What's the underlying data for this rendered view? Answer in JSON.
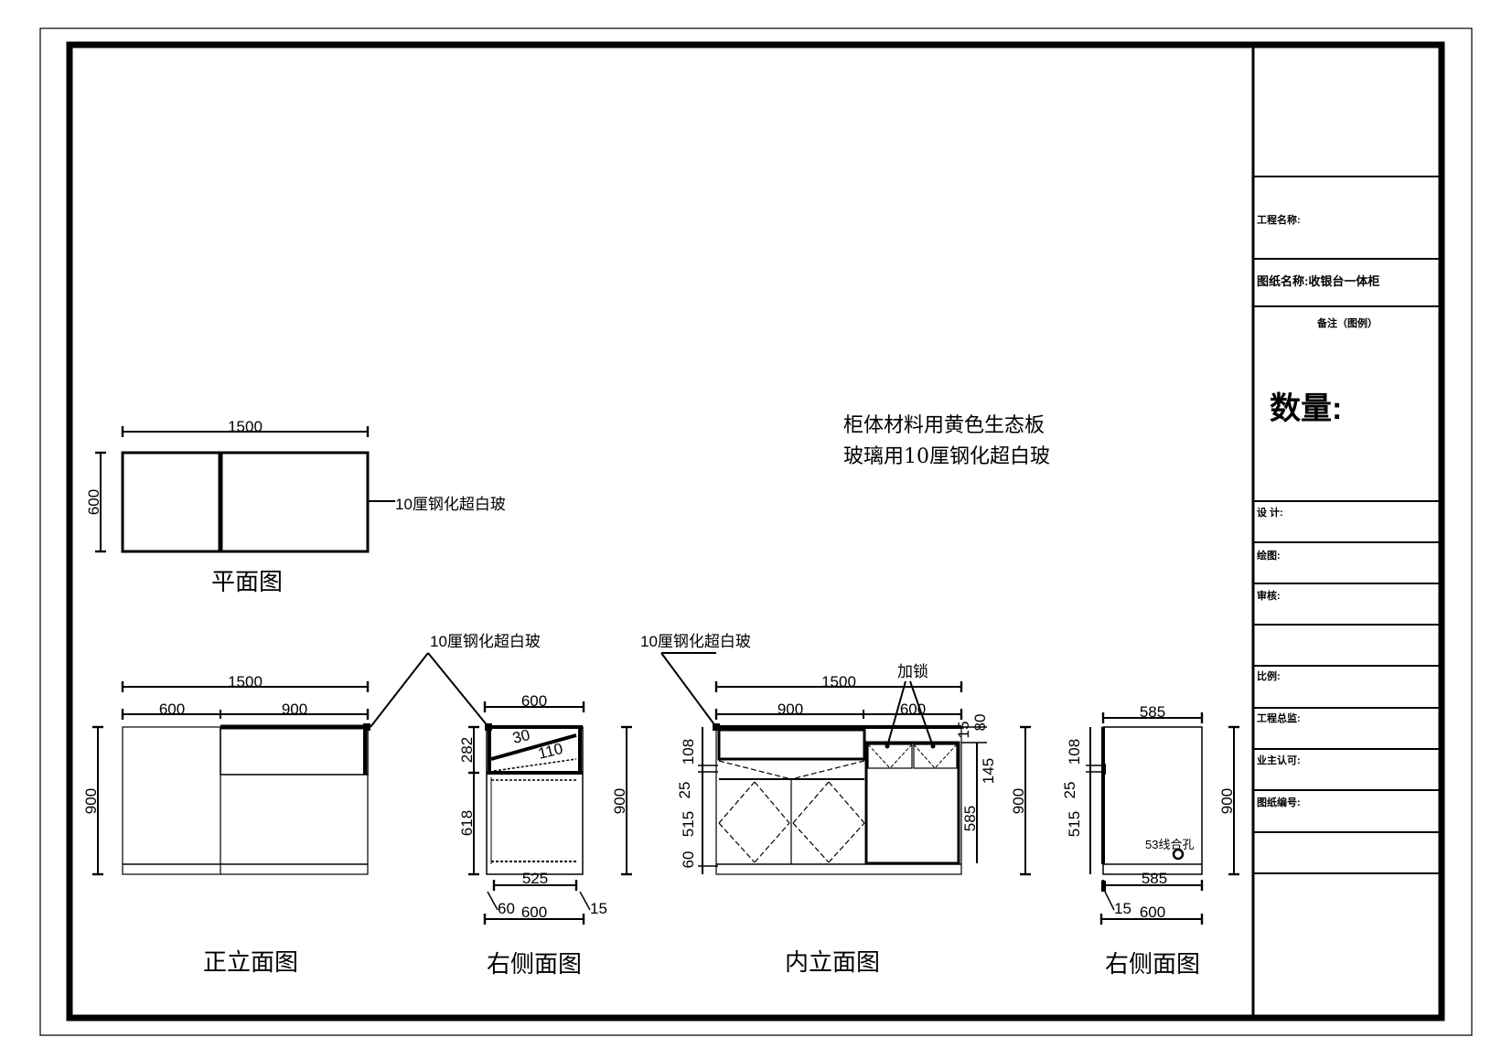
{
  "title_block": {
    "project_name": "工程名称:",
    "drawing_name": "图纸名称:收银台一体柜",
    "remark": "备注（图例）",
    "quantity": "数量:",
    "design": "设 计:",
    "drafting": "绘图:",
    "review": "审核:",
    "scale": "比例:",
    "supervisor": "工程总监:",
    "owner_approval": "业主认可:",
    "drawing_number": "图纸编号:"
  },
  "notes": {
    "line1": "柜体材料用黄色生态板",
    "line2": "玻璃用10厘钢化超白玻"
  },
  "plan": {
    "title": "平面图",
    "width": "1500",
    "depth": "600",
    "glass_label": "10厘钢化超白玻"
  },
  "front": {
    "title": "正立面图",
    "total": "1500",
    "left": "600",
    "right": "900",
    "height": "900",
    "glass_label": "10厘钢化超白玻"
  },
  "side1": {
    "title": "右侧面图",
    "top_width": "600",
    "upper": "282",
    "lower": "618",
    "height": "900",
    "inner_a": "30",
    "inner_b": "110",
    "inner_width": "525",
    "bottom_width": "600",
    "left_off": "60",
    "right_off": "15"
  },
  "inner": {
    "title": "内立面图",
    "glass_label": "10厘钢化超白玻",
    "lock": "加锁",
    "total": "1500",
    "left": "900",
    "right": "600",
    "d108": "108",
    "d25": "25",
    "d515": "515",
    "d60": "60",
    "d15": "15",
    "d80": "80",
    "d145": "145",
    "d585": "585",
    "height": "900"
  },
  "side2": {
    "title": "右侧面图",
    "top_width": "585",
    "d108": "108",
    "d25": "25",
    "d515": "515",
    "height": "900",
    "hole_label": "53线合孔",
    "inner_width": "585",
    "bottom_width": "600",
    "off": "15"
  }
}
